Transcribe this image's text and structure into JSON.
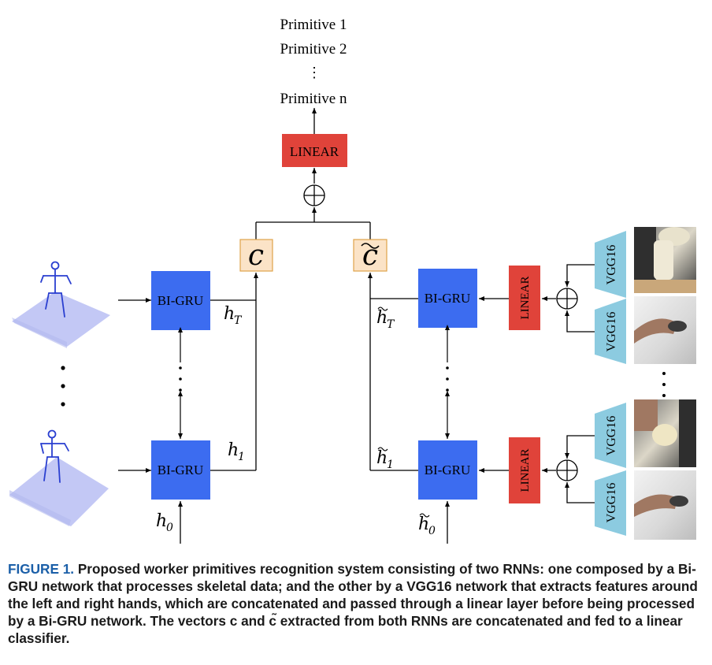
{
  "outputs": {
    "primitive_1": "Primitive 1",
    "primitive_2": "Primitive 2",
    "ellipsis": "⋮",
    "primitive_n": "Primitive n"
  },
  "blocks": {
    "linear_top": "LINEAR",
    "bigru": "BI-GRU",
    "linear_side": "LINEAR",
    "vgg16": "VGG16",
    "concat_symbol": "⊕"
  },
  "vectors": {
    "c": "c",
    "c_tilde": "c",
    "h_T": "h",
    "h_T_sub": "T",
    "h_1": "h",
    "h_1_sub": "1",
    "h_0": "h",
    "h_0_sub": "0"
  },
  "caption": {
    "label": "FIGURE 1.",
    "text": "Proposed worker primitives recognition system consisting of two RNNs: one composed by a Bi-GRU network that processes skeletal data; and the other by a VGG16 network that extracts features around the left and right hands, which are concatenated and passed through a linear layer before being processed by a Bi-GRU network. The vectors c and c̃ extracted from both RNNs are concatenated and fed to a linear classifier."
  },
  "colors": {
    "bigru": "#3c6cf0",
    "linear": "#e0433a",
    "vector_box": "#fbe3c7",
    "vector_border": "#e0a34a",
    "vgg": "#8ccbe0",
    "skeleton_plane": "#c3c8f5",
    "skeleton": "#2a3fd0",
    "caption_label": "#1b5fa8"
  }
}
